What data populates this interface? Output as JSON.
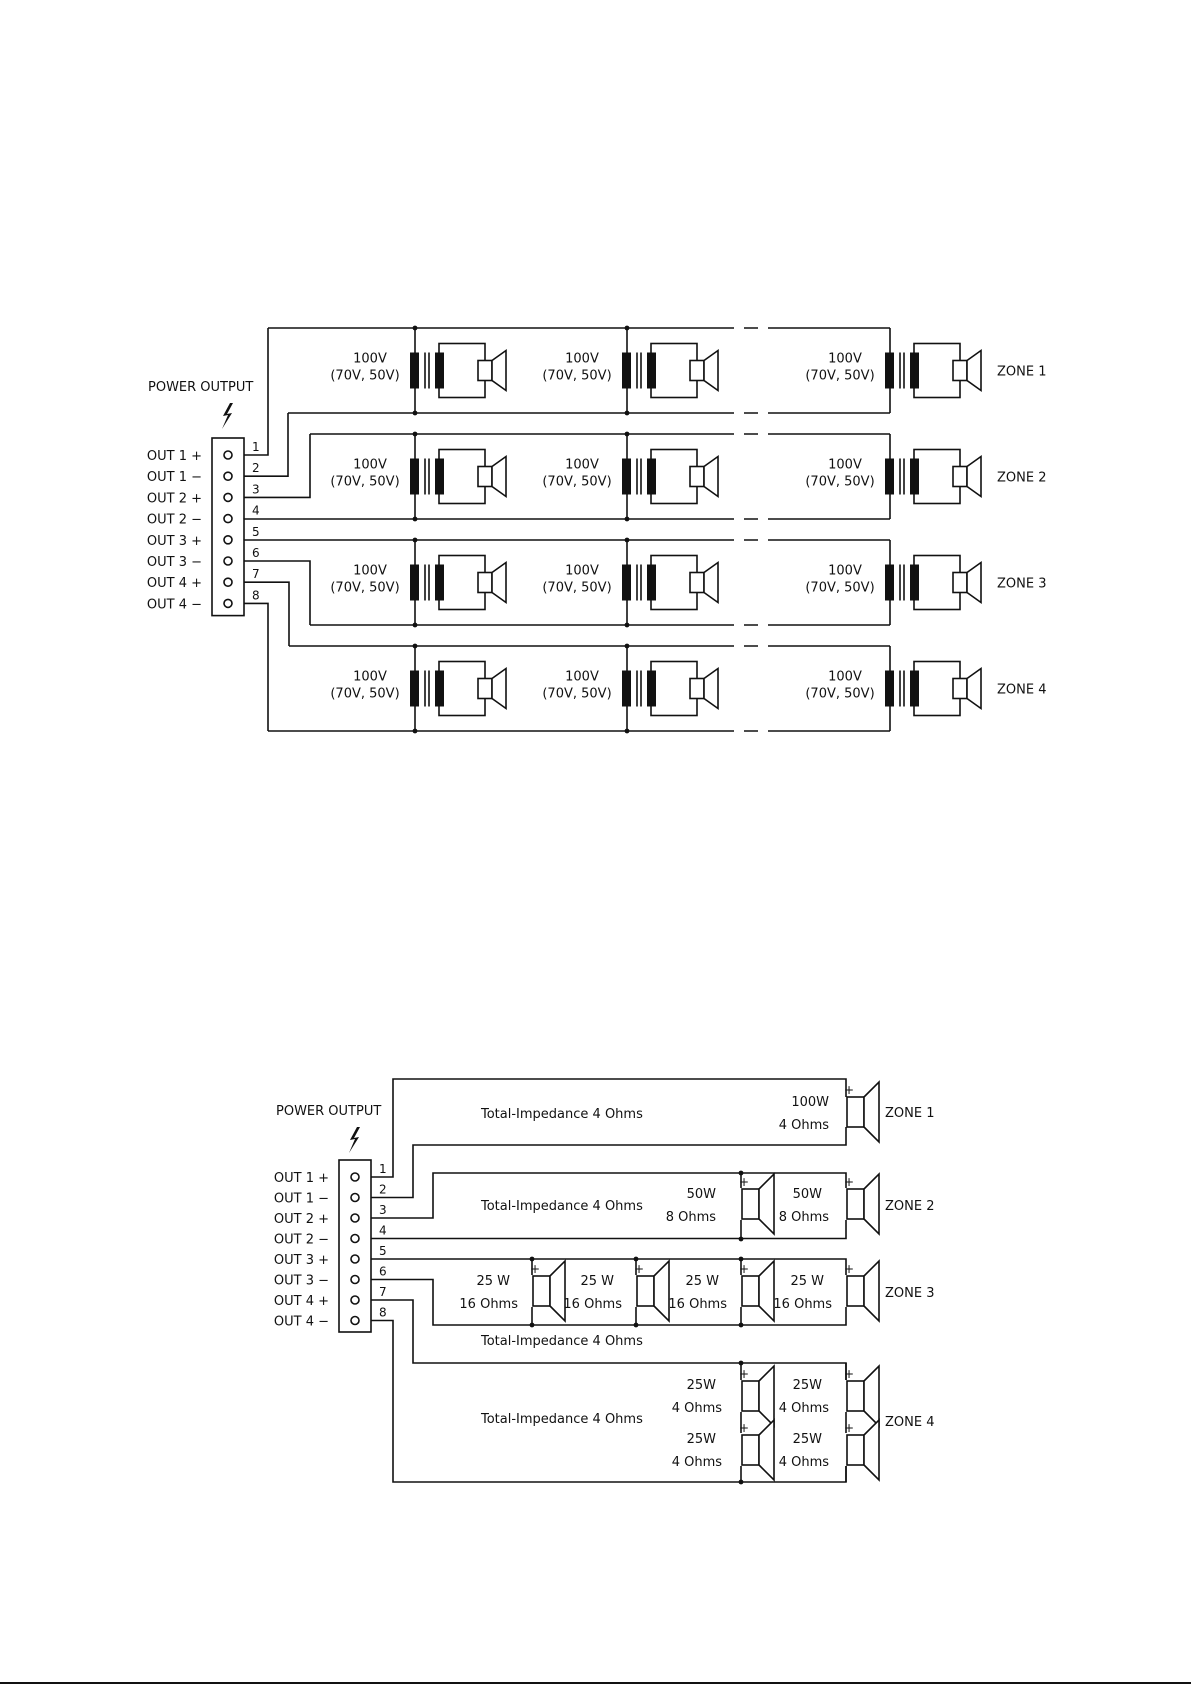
{
  "top_diagram": {
    "power_output_label": "POWER OUTPUT",
    "terminals": [
      "OUT 1 +",
      "OUT 1 −",
      "OUT 2 +",
      "OUT 2 −",
      "OUT 3 +",
      "OUT 3 −",
      "OUT 4 +",
      "OUT 4 −"
    ],
    "pins": [
      "1",
      "2",
      "3",
      "4",
      "5",
      "6",
      "7",
      "8"
    ],
    "zones": [
      "ZONE 1",
      "ZONE 2",
      "ZONE 3",
      "ZONE 4"
    ],
    "transformer_voltage": "100V",
    "transformer_voltage_alt": "(70V, 50V)"
  },
  "bottom_diagram": {
    "power_output_label": "POWER OUTPUT",
    "terminals": [
      "OUT 1 +",
      "OUT 1 −",
      "OUT 2 +",
      "OUT 2 −",
      "OUT 3 +",
      "OUT 3 −",
      "OUT 4 +",
      "OUT 4 −"
    ],
    "pins": [
      "1",
      "2",
      "3",
      "4",
      "5",
      "6",
      "7",
      "8"
    ],
    "zones": [
      {
        "label": "ZONE 1",
        "impedance": "Total-Impedance 4 Ohms",
        "speakers": [
          {
            "watt": "100W",
            "ohms": "4 Ohms"
          }
        ]
      },
      {
        "label": "ZONE 2",
        "impedance": "Total-Impedance 4 Ohms",
        "speakers": [
          {
            "watt": "50W",
            "ohms": "8 Ohms"
          },
          {
            "watt": "50W",
            "ohms": "8 Ohms"
          }
        ]
      },
      {
        "label": "ZONE 3",
        "impedance": "Total-Impedance 4 Ohms",
        "speakers": [
          {
            "watt": "25 W",
            "ohms": "16 Ohms"
          },
          {
            "watt": "25 W",
            "ohms": "16 Ohms"
          },
          {
            "watt": "25 W",
            "ohms": "16 Ohms"
          },
          {
            "watt": "25 W",
            "ohms": "16 Ohms"
          }
        ]
      },
      {
        "label": "ZONE 4",
        "impedance": "Total-Impedance 4 Ohms",
        "speakers": [
          {
            "watt": "25W",
            "ohms": "4 Ohms"
          },
          {
            "watt": "25W",
            "ohms": "4 Ohms"
          },
          {
            "watt": "25W",
            "ohms": "4 Ohms"
          },
          {
            "watt": "25W",
            "ohms": "4 Ohms"
          }
        ]
      }
    ],
    "plus_sign": "+"
  }
}
